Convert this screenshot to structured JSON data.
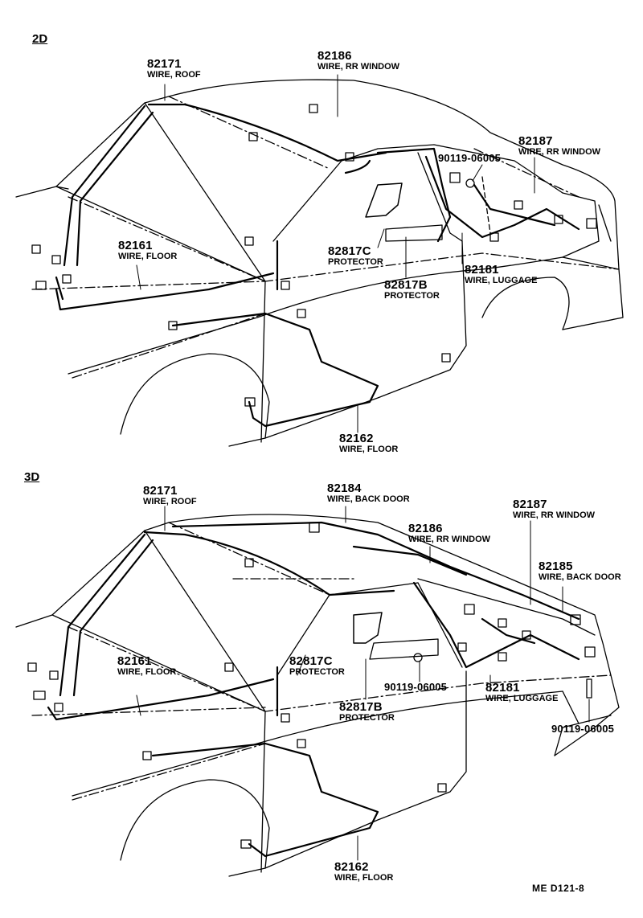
{
  "sections": {
    "two_door": "2D",
    "three_door": "3D"
  },
  "labels_2d": [
    {
      "part": "82171",
      "desc": "WIRE, ROOF"
    },
    {
      "part": "82186",
      "desc": "WIRE, RR WINDOW"
    },
    {
      "part": "90119-06005",
      "desc": ""
    },
    {
      "part": "82187",
      "desc": "WIRE, RR WINDOW"
    },
    {
      "part": "82161",
      "desc": "WIRE, FLOOR"
    },
    {
      "part": "82817C",
      "desc": "PROTECTOR"
    },
    {
      "part": "82181",
      "desc": "WIRE, LUGGAGE"
    },
    {
      "part": "82817B",
      "desc": "PROTECTOR"
    },
    {
      "part": "82162",
      "desc": "WIRE, FLOOR"
    }
  ],
  "labels_3d": [
    {
      "part": "82171",
      "desc": "WIRE, ROOF"
    },
    {
      "part": "82184",
      "desc": "WIRE, BACK DOOR"
    },
    {
      "part": "82187",
      "desc": "WIRE, RR WINDOW"
    },
    {
      "part": "82186",
      "desc": "WIRE, RR WINDOW"
    },
    {
      "part": "82185",
      "desc": "WIRE, BACK DOOR"
    },
    {
      "part": "82161",
      "desc": "WIRE, FLOOR"
    },
    {
      "part": "82817C",
      "desc": "PROTECTOR"
    },
    {
      "part": "90119-06005",
      "desc": ""
    },
    {
      "part": "82181",
      "desc": "WIRE, LUGGAGE"
    },
    {
      "part": "82817B",
      "desc": "PROTECTOR"
    },
    {
      "part": "90119-06005",
      "desc": ""
    },
    {
      "part": "82162",
      "desc": "WIRE, FLOOR"
    }
  ],
  "footer_code": "ME  D121-8"
}
